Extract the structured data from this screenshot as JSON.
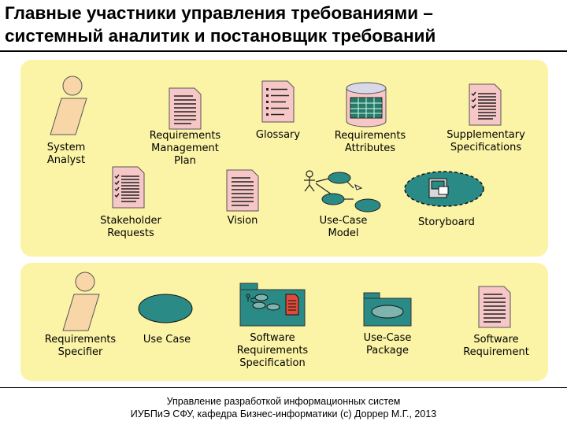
{
  "title": {
    "line1": "Главные участники управления требованиями –",
    "line2": "системный аналитик и постановщик требований"
  },
  "top_panel": {
    "system_analyst": {
      "line1": "System",
      "line2": "Analyst",
      "icon": "actor-icon"
    },
    "rm_plan": {
      "line1": "Requirements",
      "line2": "Management",
      "line3": "Plan",
      "icon": "document-icon"
    },
    "glossary": {
      "line1": "Glossary",
      "icon": "document-icon"
    },
    "req_attributes": {
      "line1": "Requirements",
      "line2": "Attributes",
      "icon": "database-icon"
    },
    "supp_spec": {
      "line1": "Supplementary",
      "line2": "Specifications",
      "icon": "document-icon"
    },
    "stakeholder_requests": {
      "line1": "Stakeholder",
      "line2": "Requests",
      "icon": "document-icon"
    },
    "vision": {
      "line1": "Vision",
      "icon": "document-icon"
    },
    "use_case_model": {
      "line1": "Use-Case",
      "line2": "Model",
      "icon": "use-case-model-icon"
    },
    "storyboard": {
      "line1": "Storyboard",
      "icon": "storyboard-icon"
    }
  },
  "bottom_panel": {
    "req_specifier": {
      "line1": "Requirements",
      "line2": "Specifier",
      "icon": "actor-icon"
    },
    "use_case": {
      "line1": "Use Case",
      "icon": "ellipse-icon"
    },
    "srs": {
      "line1": "Software",
      "line2": "Requirements",
      "line3": "Specification",
      "icon": "package-icon"
    },
    "use_case_package": {
      "line1": "Use-Case",
      "line2": "Package",
      "icon": "package-icon"
    },
    "software_requirement": {
      "line1": "Software",
      "line2": "Requirement",
      "icon": "document-icon"
    }
  },
  "footer": {
    "line1": "Управление разработкой информационных систем",
    "line2": "ИУБПиЭ СФУ, кафедра Бизнес-информатики (c) Доррер М.Г., 2013"
  },
  "colors": {
    "panel": "#fbf4a6",
    "actor": "#f9d6a8",
    "document": "#f7c7c7",
    "teal": "#2a8a86"
  }
}
